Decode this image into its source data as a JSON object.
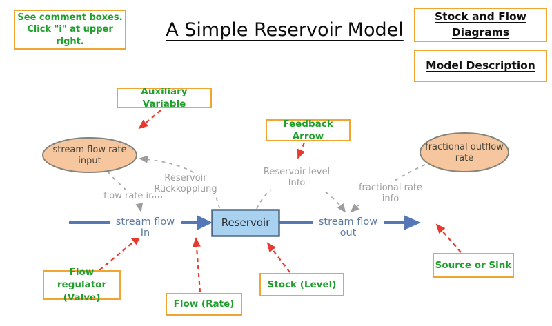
{
  "header": {
    "comment_box": {
      "line1": "See comment boxes.",
      "line2": "Click \"i\" at upper right."
    },
    "title": "A Simple Reservoir Model",
    "nav": {
      "stock_flow": "Stock and Flow Diagrams",
      "model_description": "Model Description"
    }
  },
  "annotations": {
    "auxiliary_variable": "Auxiliary Variable",
    "feedback_arrow": "Feedback Arrow",
    "flow_regulator": {
      "line1": "Flow regulator",
      "line2": "(Valve)"
    },
    "flow_rate": "Flow (Rate)",
    "stock_level": "Stock (Level)",
    "source_or_sink": "Source or Sink"
  },
  "model": {
    "converter_input": {
      "line1": "stream flow rate",
      "line2": "input"
    },
    "converter_outflow": {
      "line1": "fractional outflow",
      "line2": "rate"
    },
    "stock": "Reservoir",
    "inflow": "stream flow In",
    "outflow": "stream flow out"
  },
  "info_links": {
    "flow_rate_info": "flow rate info",
    "rueckkopplung": {
      "line1": "Reservoir",
      "line2": "Rückkopplung"
    },
    "level_info": {
      "line1": "Reservoir level",
      "line2": "Info"
    },
    "fractional_info": {
      "line1": "fractional rate",
      "line2": "info"
    }
  },
  "colors": {
    "accent_orange": "#f0a431",
    "label_green": "#1fa02c",
    "arrow_red": "#e8392e",
    "flow_blue": "#5577b5",
    "stock_fill": "#a9d1f0",
    "stock_stroke": "#4e6a84",
    "converter_fill": "#f6c79e",
    "converter_stroke": "#84847a",
    "info_gray": "#9e9e9e"
  }
}
